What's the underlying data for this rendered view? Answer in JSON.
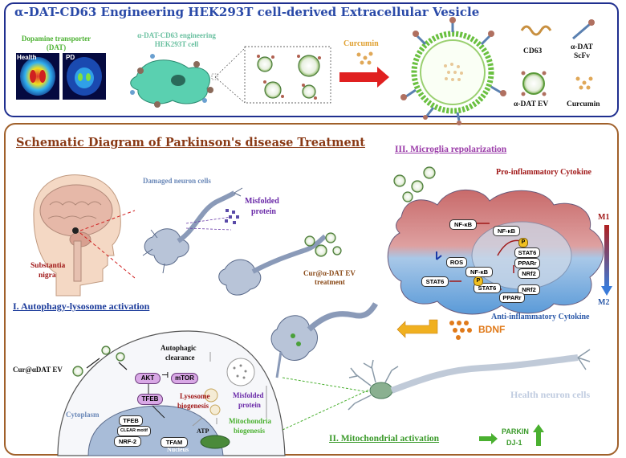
{
  "top": {
    "title": "α-DAT-CD63 Engineering HEK293T cell-derived Extracellular Vesicle",
    "dat_label_line1": "Dopamine transporter",
    "dat_label_line2": "(DAT)",
    "scan_health": "Health",
    "scan_pd": "PD",
    "cell_label_line1": "α-DAT-CD63 engineering",
    "cell_label_line2": "HEK293T cell",
    "curcumin_arrow_label": "Curcumin",
    "legend": {
      "cd63": "CD63",
      "scfv_line1": "α-DAT",
      "scfv_line2": "ScFv",
      "ev": "α-DAT EV",
      "curcumin": "Curcumin"
    }
  },
  "bottom": {
    "title": "Schematic Diagram of Parkinson's disease Treatment",
    "damaged_neuron": "Damaged neuron cells",
    "misfolded_line1": "Misfolded",
    "misfolded_line2": "protein",
    "substantia_line1": "Substantia",
    "substantia_line2": "nigra",
    "treatment_line1": "Cur@α-DAT EV",
    "treatment_line2": "treatment",
    "section1": "I. Autophagy-lysosome activation",
    "section2": "II. Mitochondrial activation",
    "section3": "III. Microglia repolarization",
    "pro_inflammatory": "Pro-inflammatory Cytokine",
    "anti_inflammatory": "Anti-inflammatory Cytokine",
    "m1": "M1",
    "m2": "M2",
    "bdnf": "BDNF",
    "health_neuron": "Health neuron cells",
    "parkin": "PARKIN",
    "dj1": "DJ-1",
    "cell": {
      "cur_ev": "Cur@αDAT EV",
      "cytoplasm": "Cytoplasm",
      "nucleus": "Nucleus",
      "akt": "AKT",
      "mtor": "mTOR",
      "tfeb": "TFEB",
      "tfeb_nuc": "TFEB",
      "clear_motif": "CLEAR motif",
      "nrf2": "NRF-2",
      "tfam": "TFAM",
      "atp": "ATP",
      "lysosome_line1": "Lysosome",
      "lysosome_line2": "biogenesis",
      "autophagic_line1": "Autophagic",
      "autophagic_line2": "clearance",
      "misfolded_line1": "Misfolded",
      "misfolded_line2": "protein",
      "mito_line1": "Mitochondria",
      "mito_line2": "biogenesis"
    },
    "microglia": {
      "nfkb1": "NF-κB",
      "nfkb2": "NF-κB",
      "nfkb3": "NF-κB",
      "ros": "ROS",
      "stat6_1": "STAT6",
      "stat6_2": "STAT6",
      "stat6_3": "STAT6",
      "ppar1": "PPARr",
      "ppar2": "PPARr",
      "nrf2_1": "NRf2",
      "nrf2_2": "NRf2",
      "p": "P"
    }
  },
  "colors": {
    "top_border": "#1f2f8f",
    "bottom_border": "#a0602a",
    "title_blue": "#2a4aa8",
    "title_brown": "#8a3a16",
    "section_blue": "#1a3a9a",
    "section_purple": "#9a3aa8",
    "section_green": "#3a9a2a",
    "pro_red": "#a01818",
    "anti_blue": "#2a58a8",
    "bdnf_orange": "#e07a1a",
    "green_label": "#4ab030"
  }
}
